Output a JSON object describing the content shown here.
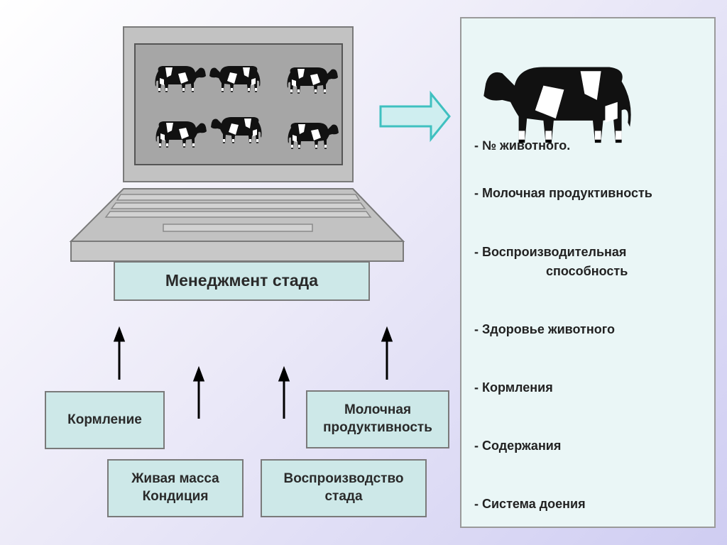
{
  "laptop_label": "Менеджмент стада",
  "inputs": {
    "feeding": "Кормление",
    "weight_l1": "Живая масса",
    "weight_l2": "Кондиция",
    "milk_l1": "Молочная",
    "milk_l2": "продуктивность",
    "repro_l1": "Воспроизводство",
    "repro_l2": "стада"
  },
  "list": {
    "item1": "- № животного.",
    "item2": "- Молочная продуктивность",
    "item3a": "-  Воспроизводительная",
    "item3b": "способность",
    "item4": "-  Здоровье животного",
    "item5": "-  Кормления",
    "item6": "-  Содержания",
    "item7": "-  Система доения"
  },
  "colors": {
    "box_fill": "#cde8e8",
    "arrow_fill": "#cfeef0",
    "arrow_stroke": "#3fc0c0"
  }
}
